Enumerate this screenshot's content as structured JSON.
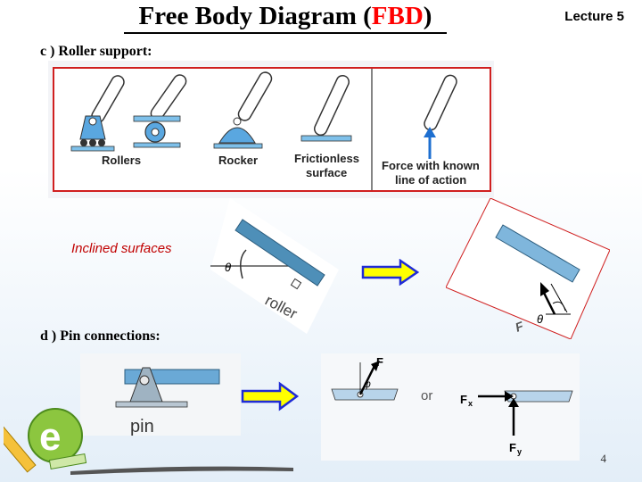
{
  "slide": {
    "title_prefix": "Free Body Diagram (",
    "title_highlight": "FBD",
    "title_suffix": ")",
    "lecture": "Lecture 5",
    "section_c": "c ) Roller support:",
    "section_d": "d ) Pin connections:",
    "inclined_label": "Inclined surfaces",
    "page_number": "4"
  },
  "roller_figure": {
    "rollers": "Rollers",
    "rocker": "Rocker",
    "frictionless_1": "Frictionless",
    "frictionless_2": "surface",
    "force_1": "Force with known",
    "force_2": "line of action"
  },
  "inclined_figure": {
    "theta": "θ",
    "roller": "roller",
    "force_F": "F"
  },
  "pin_figure": {
    "pin": "pin",
    "F": "F",
    "phi": "φ",
    "or": "or",
    "Fx": "F",
    "Fx_sub": "x",
    "Fy": "F",
    "Fy_sub": "y"
  },
  "colors": {
    "title_highlight": "#ff0000",
    "inclined_label": "#c00000",
    "arrow_fill": "#ffff00",
    "arrow_stroke": "#1f2bd6",
    "force_arrow": "#1e6fd0"
  }
}
